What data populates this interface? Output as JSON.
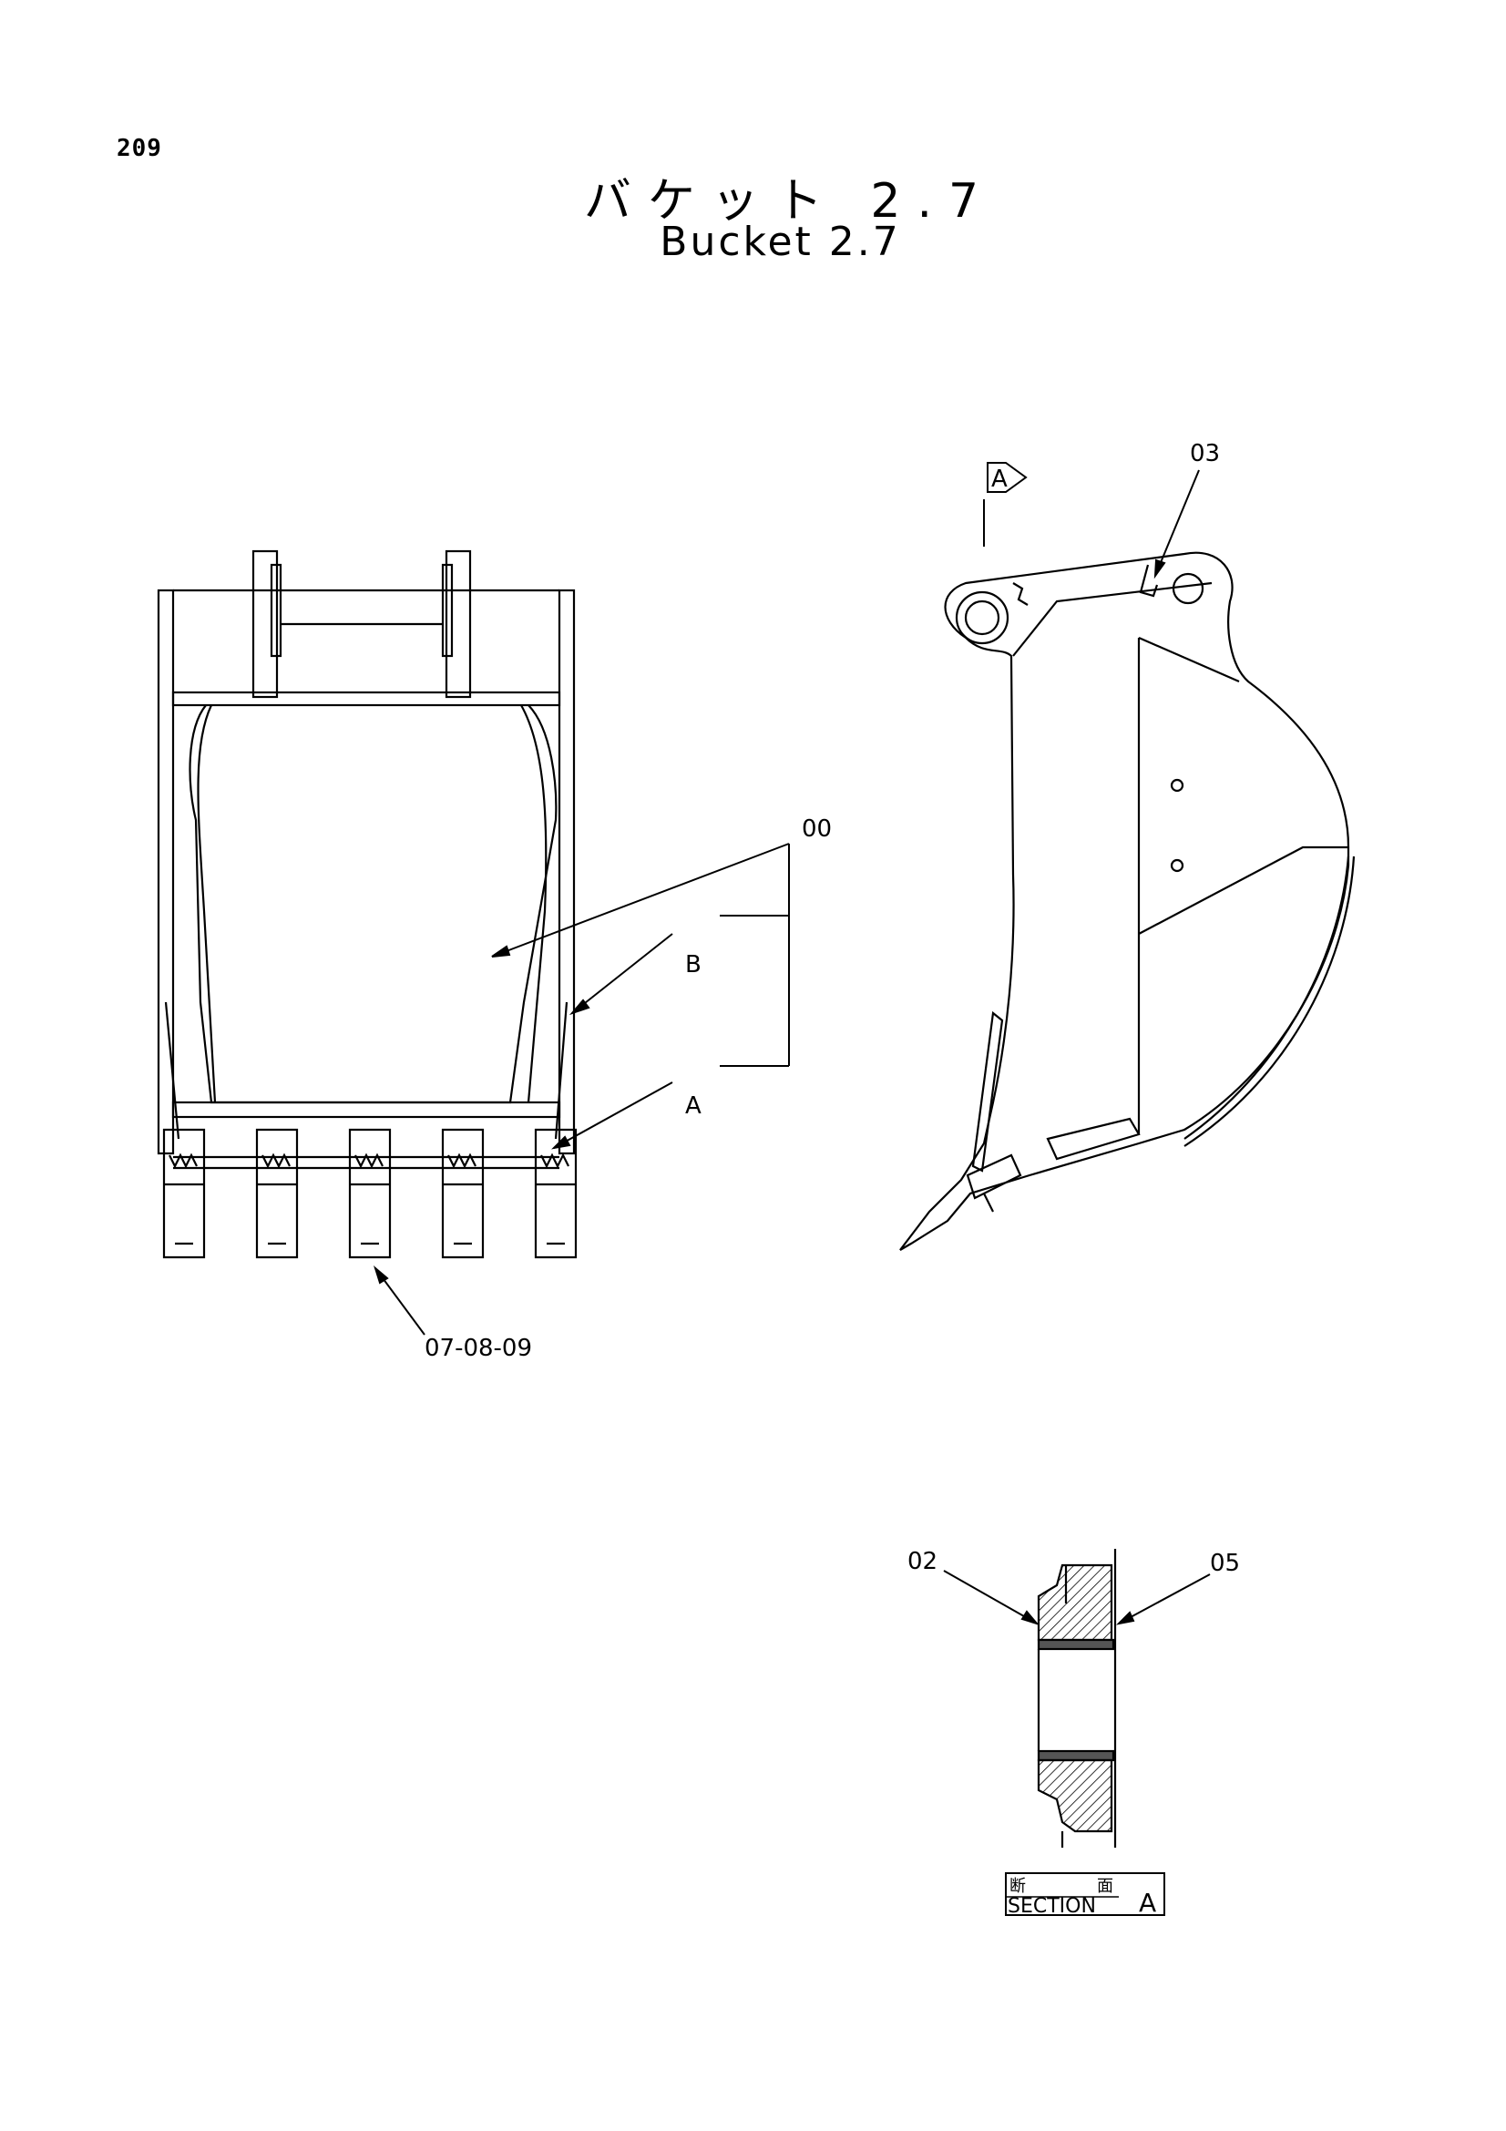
{
  "page_number": "209",
  "title": {
    "japanese": "バケット 2.7",
    "english": "Bucket 2.7"
  },
  "callouts": {
    "c00": "00",
    "cB": "B",
    "cA": "A",
    "c070809": "07-08-09",
    "c03": "03",
    "view_marker": "A",
    "c02": "02",
    "c05": "05"
  },
  "section_label": {
    "japanese_left": "断",
    "japanese_right": "面",
    "english": "SECTION",
    "letter": "A"
  }
}
